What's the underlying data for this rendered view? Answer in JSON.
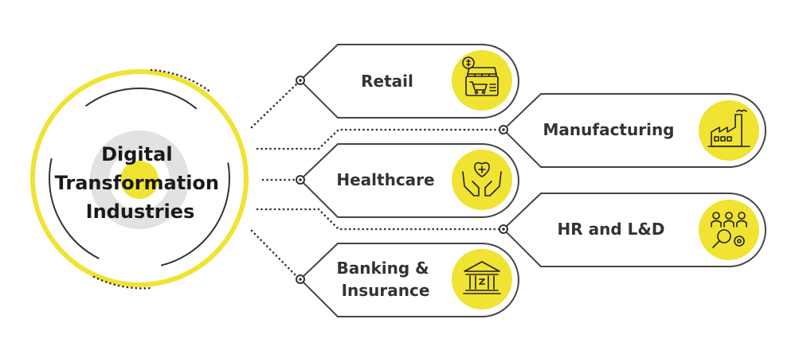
{
  "center": {
    "title_lines": [
      "Digital",
      "Transformation",
      "Industries"
    ]
  },
  "industries": [
    {
      "label_lines": [
        "Retail"
      ],
      "icon": "retail-store-icon"
    },
    {
      "label_lines": [
        "Manufacturing"
      ],
      "icon": "factory-icon"
    },
    {
      "label_lines": [
        "Healthcare"
      ],
      "icon": "heart-hands-icon"
    },
    {
      "label_lines": [
        "HR and L&D"
      ],
      "icon": "people-search-icon"
    },
    {
      "label_lines": [
        "Banking &",
        "Insurance"
      ],
      "icon": "bank-icon"
    }
  ],
  "colors": {
    "accent_yellow": "#F0E332",
    "ring_gray": "#E2E2E2",
    "outline": "#444444",
    "text": "#333333"
  }
}
